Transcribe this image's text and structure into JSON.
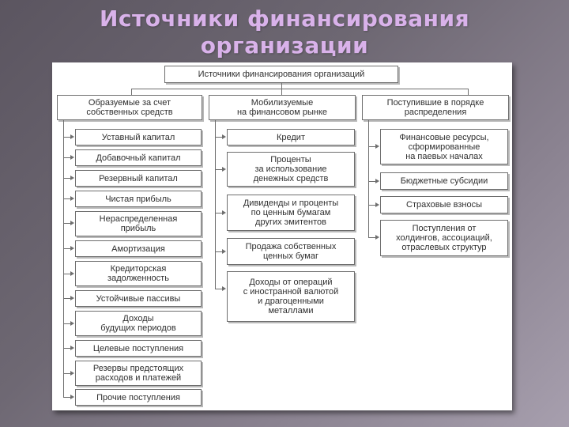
{
  "slide": {
    "title_line1": "Источники финансирования",
    "title_line2": "организации"
  },
  "diagram": {
    "root": "Источники финансирования организаций",
    "columns": [
      {
        "header": "Образуемые за счет\nсобственных средств",
        "items": [
          "Уставный капитал",
          "Добавочный капитал",
          "Резервный капитал",
          "Чистая прибыль",
          "Нераспределенная\nприбыль",
          "Амортизация",
          "Кредиторская\nзадолженность",
          "Устойчивые пассивы",
          "Доходы\nбудущих периодов",
          "Целевые поступления",
          "Резервы предстоящих\nрасходов и платежей",
          "Прочие поступления"
        ]
      },
      {
        "header": "Мобилизуемые\nна финансовом рынке",
        "items": [
          "Кредит",
          "Проценты\nза использование\nденежных средств",
          "Дивиденды и проценты\nпо ценным бумагам\nдругих эмитентов",
          "Продажа собственных\nценных бумаг",
          "Доходы от операций\nс иностранной валютой\nи драгоценными\nметаллами"
        ]
      },
      {
        "header": "Поступившие в порядке\nраспределения",
        "items": [
          "Финансовые ресурсы,\nсформированные\nна паевых началах",
          "Бюджетные субсидии",
          "Страховые взносы",
          "Поступления от\nхолдингов, ассоциаций,\nотраслевых структур"
        ]
      }
    ]
  }
}
